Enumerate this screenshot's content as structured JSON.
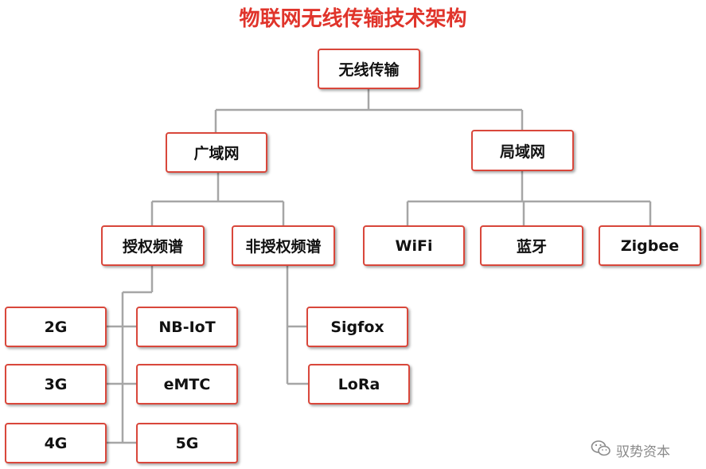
{
  "title": "物联网无线传输技术架构",
  "nodes": {
    "root": "无线传输",
    "wan": "广域网",
    "lan": "局域网",
    "licensed": "授权频谱",
    "unlicensed": "非授权频谱",
    "wifi": "WiFi",
    "bluetooth": "蓝牙",
    "zigbee": "Zigbee",
    "g2": "2G",
    "nbiot": "NB-IoT",
    "g3": "3G",
    "emtc": "eMTC",
    "g4": "4G",
    "g5": "5G",
    "sigfox": "Sigfox",
    "lora": "LoRa"
  },
  "watermark": {
    "text": "驭势资本",
    "icon": "wechat-icon"
  },
  "colors": {
    "title": "#e0342b",
    "node_border": "#d9473b",
    "connector": "#a6a6a6",
    "watermark": "#8a8a8a"
  }
}
